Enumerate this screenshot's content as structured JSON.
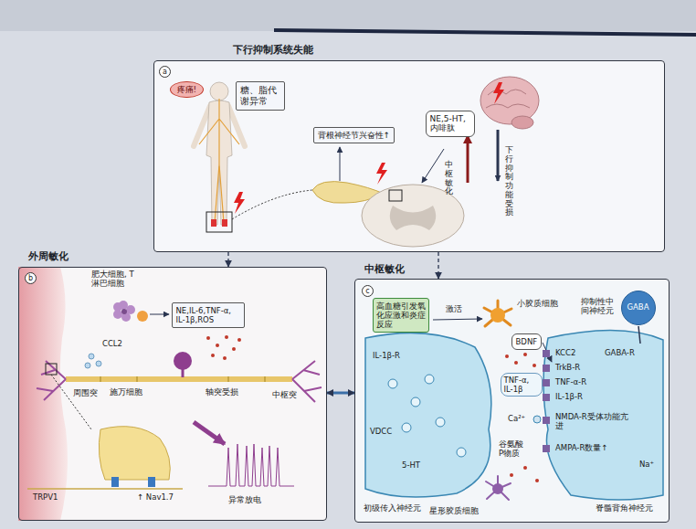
{
  "diagram": {
    "nodes": [
      {
        "text": [
          "下行抑制系统失能"
        ]
      },
      {
        "text": [
          "疼痛!"
        ],
        "in": 0
      },
      {
        "text": [
          "糖、脂代谢异常"
        ],
        "in": 0
      },
      {
        "text": [
          "背根神经节兴奋性↑"
        ],
        "in": 0
      },
      {
        "text": [
          "NE,5-HT,内啡肽"
        ],
        "in": 0
      },
      {
        "text": [
          "外周敏化"
        ]
      },
      {
        "text": [
          "NE,IL-6,TNF-α, IL-1β,ROS"
        ],
        "in": 5
      },
      {
        "text": [
          "中枢敏化"
        ]
      },
      {
        "text": [
          "高血糖引发氧化应激和炎症反应"
        ],
        "in": 7
      },
      {
        "text": [
          "BDNF"
        ],
        "in": 7
      },
      {
        "text": [
          "GABA"
        ],
        "in": 7
      },
      {
        "text": [
          "TNF-α, IL-1β"
        ],
        "in": 7
      }
    ],
    "edges": [
      {
        "from": 0,
        "to": 5,
        "arrow": "to"
      },
      {
        "from": 0,
        "to": 7,
        "arrow": "to"
      },
      {
        "from": 5,
        "to": 7,
        "arrow": "both"
      }
    ],
    "labels": [
      "a",
      "中枢敏化",
      "下行抑制功能受损",
      "b",
      "肥大细胞, T淋巴细胞",
      "CCL2",
      "施万细胞",
      "轴突受损",
      "周围突",
      "中枢突",
      "TRPV1",
      "↑ Nav1.7",
      "异常放电",
      "c",
      "激活",
      "小胶质细胞",
      "抑制性中间神经元",
      "IL-1β-R",
      "KCC2",
      "GABA-R",
      "TrkB-R",
      "TNF-α-R",
      "IL-1β-R",
      "NMDA-R受体功能亢进",
      "AMPA-R数量↑",
      "Na⁺",
      "VDCC",
      "5-HT",
      "谷氨酸 P物质",
      "Ca²⁺",
      "初级传入神经元",
      "星形胶质细胞",
      "脊髓背角神经元"
    ]
  }
}
